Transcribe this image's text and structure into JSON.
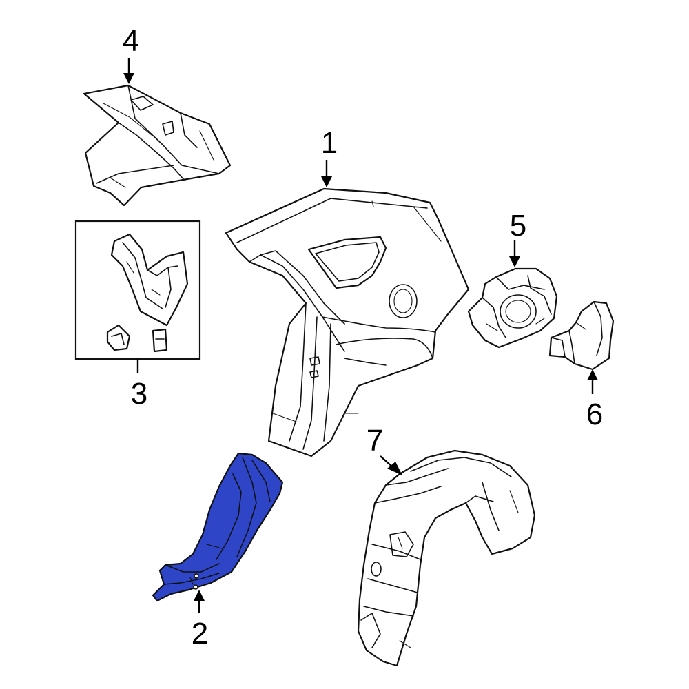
{
  "highlight_color": "#2F45C7",
  "line_color": "#111111",
  "background_color": "#FFFFFF",
  "callouts": [
    {
      "id": "1",
      "label": "1"
    },
    {
      "id": "2",
      "label": "2"
    },
    {
      "id": "3",
      "label": "3"
    },
    {
      "id": "4",
      "label": "4"
    },
    {
      "id": "5",
      "label": "5"
    },
    {
      "id": "6",
      "label": "6"
    },
    {
      "id": "7",
      "label": "7"
    }
  ]
}
